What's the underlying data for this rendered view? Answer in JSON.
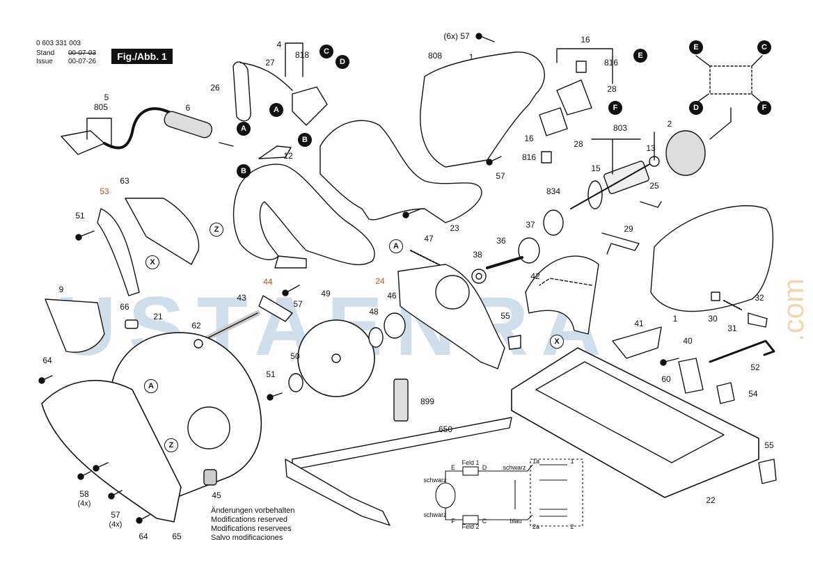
{
  "header": {
    "part_number": "0 603 331 003",
    "stand_label": "Stand",
    "issue_label": "Issue",
    "stand_date": "00-07-03",
    "issue_date": "00-07-26",
    "figure": "Fig./Abb. 1"
  },
  "watermark": {
    "text": "USTAENRA",
    "domain": ".com"
  },
  "labels": [
    "4",
    "818",
    "27",
    "26",
    "5",
    "805",
    "6",
    "12",
    "53",
    "63",
    "51",
    "9",
    "66",
    "21",
    "64",
    "62",
    "43",
    "44",
    "57",
    "49",
    "48",
    "46",
    "50",
    "51",
    "899",
    "650",
    "58",
    "(4x)",
    "57",
    "(4x)",
    "64",
    "45",
    "65",
    "(6x) 57",
    "808",
    "1",
    "16",
    "816",
    "28",
    "16",
    "816",
    "28",
    "803",
    "13",
    "2",
    "15",
    "25",
    "834",
    "37",
    "57",
    "23",
    "47",
    "38",
    "36",
    "24",
    "29",
    "42",
    "55",
    "41",
    "40",
    "60",
    "30",
    "31",
    "32",
    "52",
    "54",
    "55",
    "22",
    "1",
    "23"
  ],
  "refs": {
    "a": "A",
    "b": "B",
    "c": "C",
    "d": "D",
    "e": "E",
    "f": "F",
    "x": "X",
    "z": "Z"
  },
  "wiring": {
    "feld1": "Feld 1",
    "feld2": "Feld 2",
    "schwarz": "schwarz",
    "blau": "blau",
    "e": "E",
    "d": "D",
    "f": "F",
    "c": "C",
    "t1a": "1a",
    "t1": "1",
    "t2a": "2a",
    "t2": "2"
  },
  "notes": [
    "Änderungen vorbehalten",
    "Modifications reserved",
    "Modifications reservees",
    "Salvo modificaciones"
  ]
}
